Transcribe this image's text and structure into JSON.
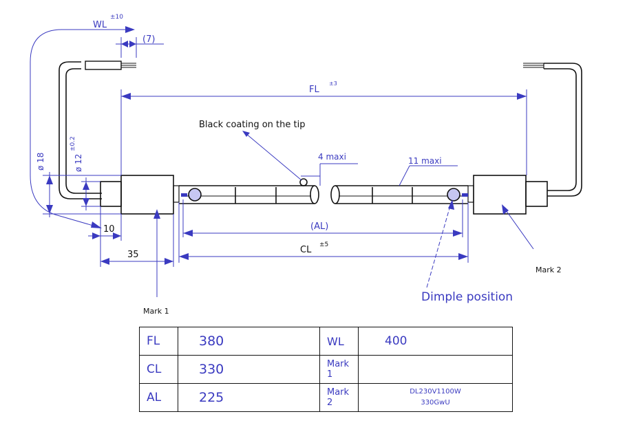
{
  "labels": {
    "wl": "WL",
    "wl_tol": "±10",
    "seven": "(7)",
    "fl": "FL",
    "fl_tol": "±3",
    "black_coating": "Black coating on the tip",
    "four_maxi": "4 maxi",
    "eleven_maxi": "11 maxi",
    "dia18": "ø 18",
    "dia12": "ø 12",
    "dia12_tol": "±0.2",
    "dim10": "10",
    "dim35": "35",
    "al": "(AL)",
    "cl": "CL",
    "cl_tol": "±5",
    "mark1": "Mark 1",
    "mark2": "Mark 2",
    "dimple": "Dimple position"
  },
  "table": {
    "rows": [
      {
        "label1": "FL",
        "value1": "380",
        "label2": "WL",
        "value2": "400"
      },
      {
        "label1": "CL",
        "value1": "330",
        "label2": "Mark 1",
        "value2": ""
      },
      {
        "label1": "AL",
        "value1": "225",
        "label2": "Mark 2",
        "value2_line1": "DL230V1100W",
        "value2_line2": "330GwU"
      }
    ]
  },
  "colors": {
    "dimension": "#3a3ac0",
    "outline": "#111111"
  }
}
